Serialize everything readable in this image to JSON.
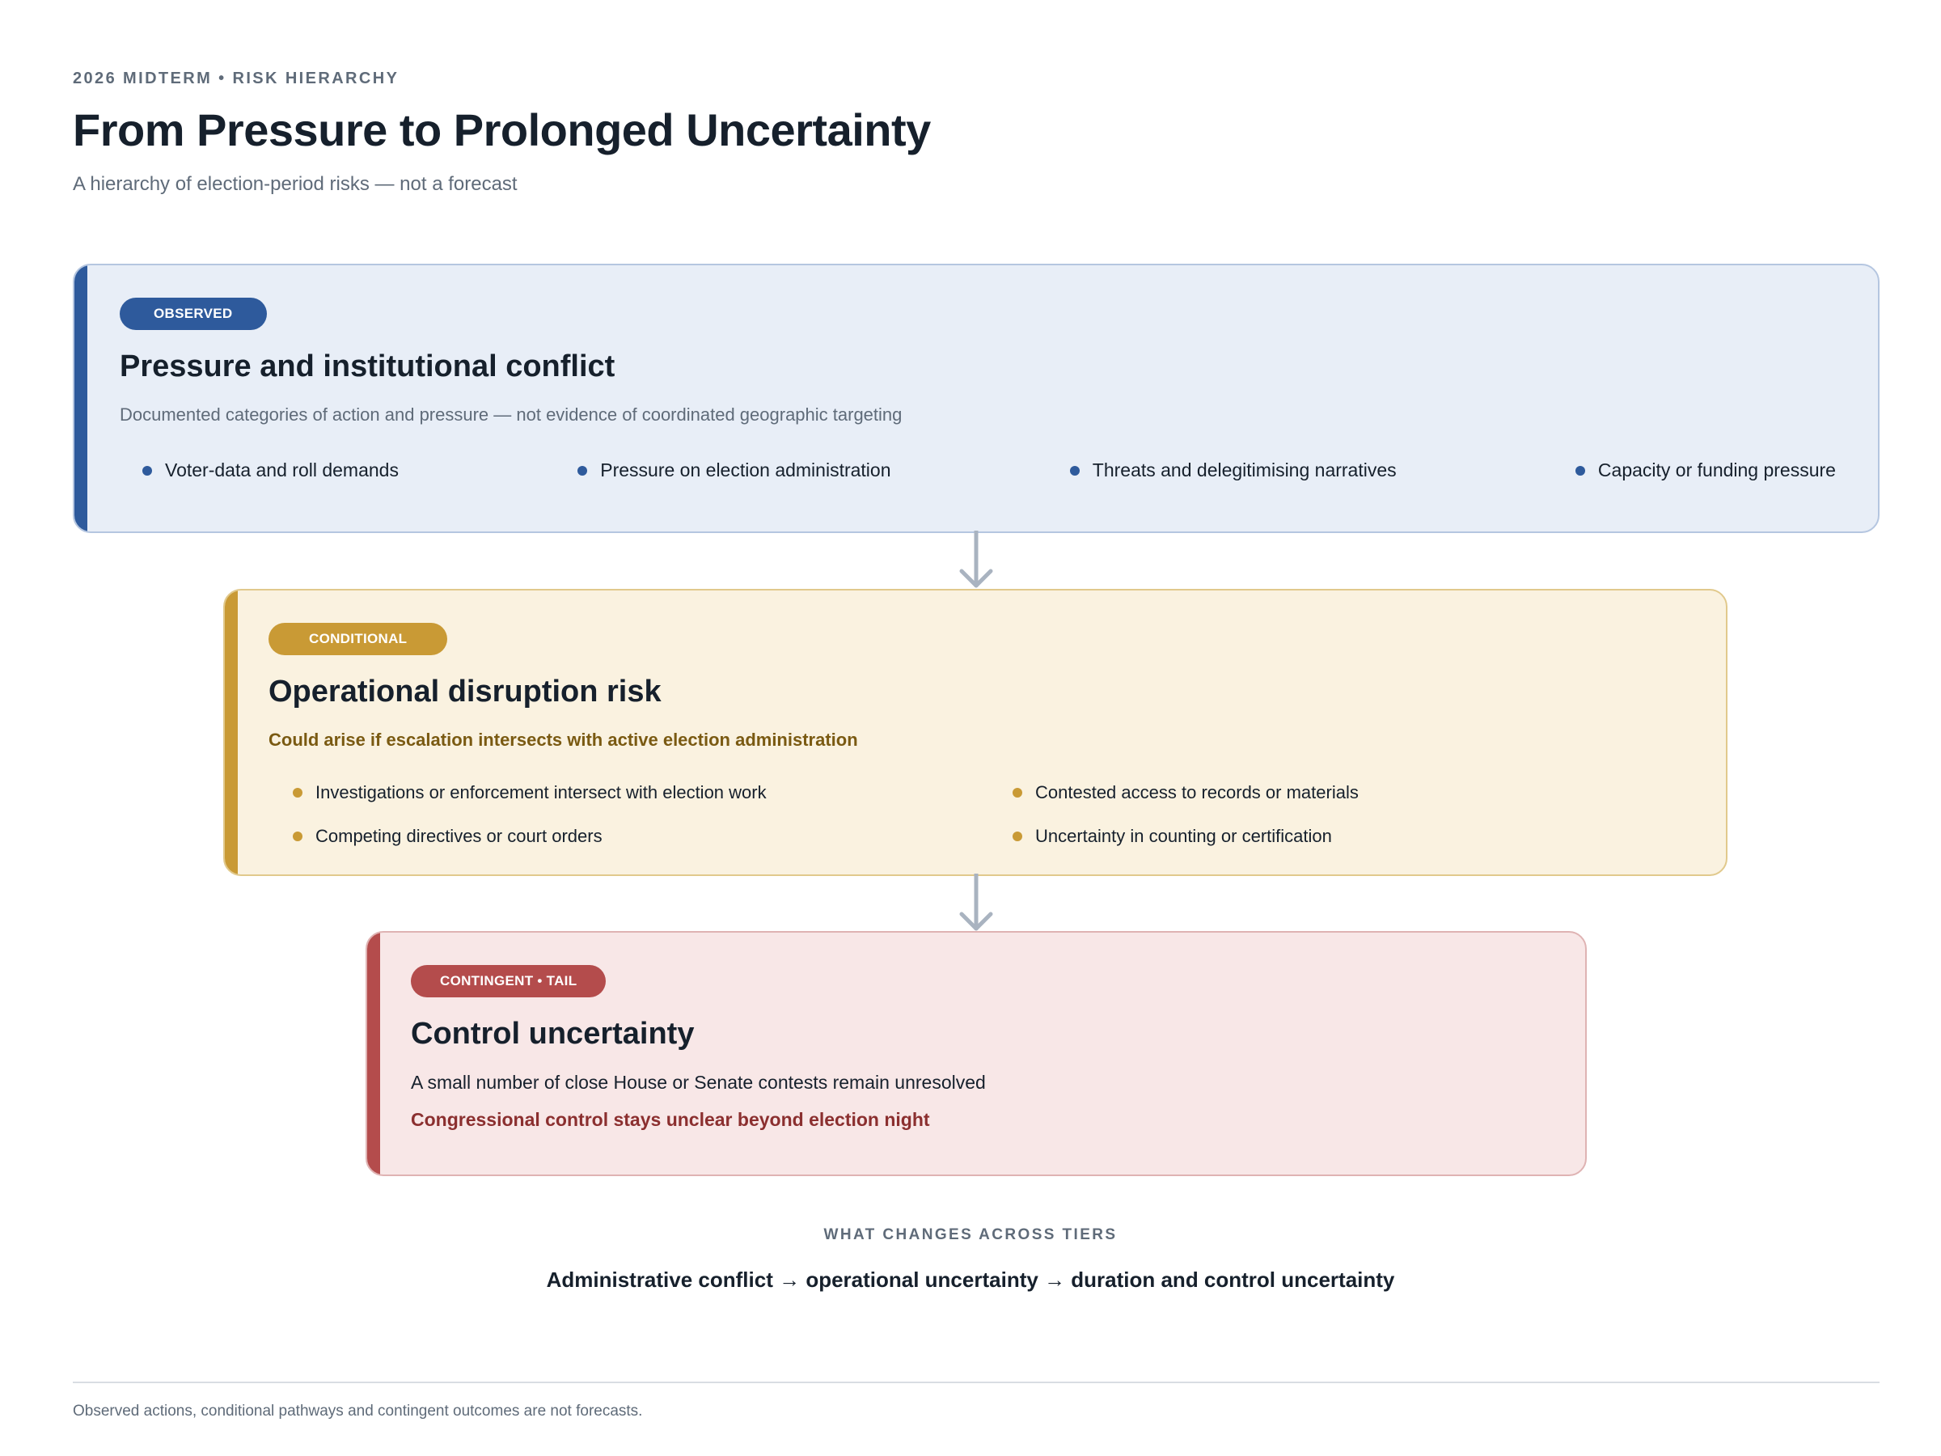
{
  "header": {
    "eyebrow": "2026 MIDTERM • RISK HIERARCHY",
    "title": "From Pressure to Prolonged Uncertainty",
    "subtitle": "A hierarchy of election-period risks — not a forecast"
  },
  "tiers": [
    {
      "badge": "OBSERVED",
      "title": "Pressure and institutional conflict",
      "description": "Documented categories of action and pressure — not evidence of coordinated geographic targeting",
      "items": [
        "Voter-data and roll demands",
        "Pressure on election administration",
        "Threats and delegitimising narratives",
        "Capacity or funding pressure"
      ],
      "color": "#2e5a9c"
    },
    {
      "badge": "CONDITIONAL",
      "title": "Operational disruption risk",
      "condition": "Could arise if escalation intersects with active election administration",
      "items": [
        "Investigations or enforcement intersect with election work",
        "Contested access to records or materials",
        "Competing directives or court orders",
        "Uncertainty in counting or certification"
      ],
      "color": "#c99a35"
    },
    {
      "badge": "CONTINGENT • TAIL",
      "title": "Control uncertainty",
      "line1": "A small number of close House or Senate contests remain unresolved",
      "line2": "Congressional control stays unclear beyond election night",
      "color": "#b44c4c"
    }
  ],
  "summary": {
    "label": "WHAT CHANGES ACROSS TIERS",
    "text": "Administrative conflict → operational uncertainty → duration and control uncertainty"
  },
  "footnote": "Observed actions, conditional pathways and contingent outcomes are not forecasts.",
  "icons": [
    "arrow-down-icon"
  ]
}
